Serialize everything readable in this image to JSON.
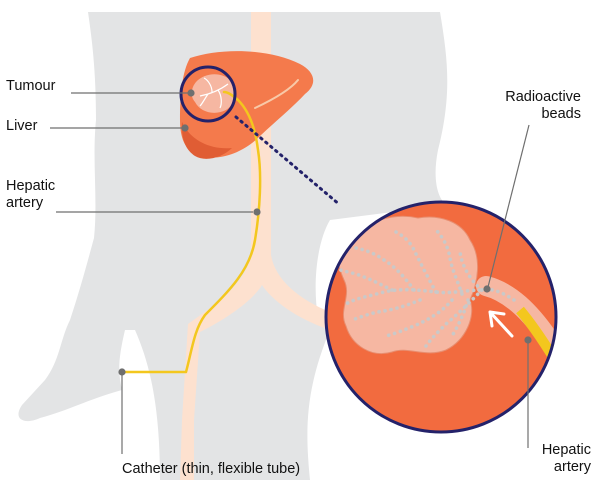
{
  "labels": {
    "tumour": "Tumour",
    "liver": "Liver",
    "hepatic_artery_left_1": "Hepatic",
    "hepatic_artery_left_2": "artery",
    "radioactive_beads_1": "Radioactive",
    "radioactive_beads_2": "beads",
    "hepatic_artery_right_1": "Hepatic",
    "hepatic_artery_right_2": "artery",
    "catheter": "Catheter (thin, flexible tube)"
  },
  "colors": {
    "body_silhouette": "#e3e4e5",
    "aorta": "#fde1cf",
    "liver": "#f47a4c",
    "liver_shade": "#e05d34",
    "tumour": "#f6b7a2",
    "catheter": "#f3c71e",
    "zoom_circle_fill": "#f26b3f",
    "circle_outline": "#24226a",
    "beads": "#c9c9c9",
    "leader_line": "#6f6f6f"
  }
}
